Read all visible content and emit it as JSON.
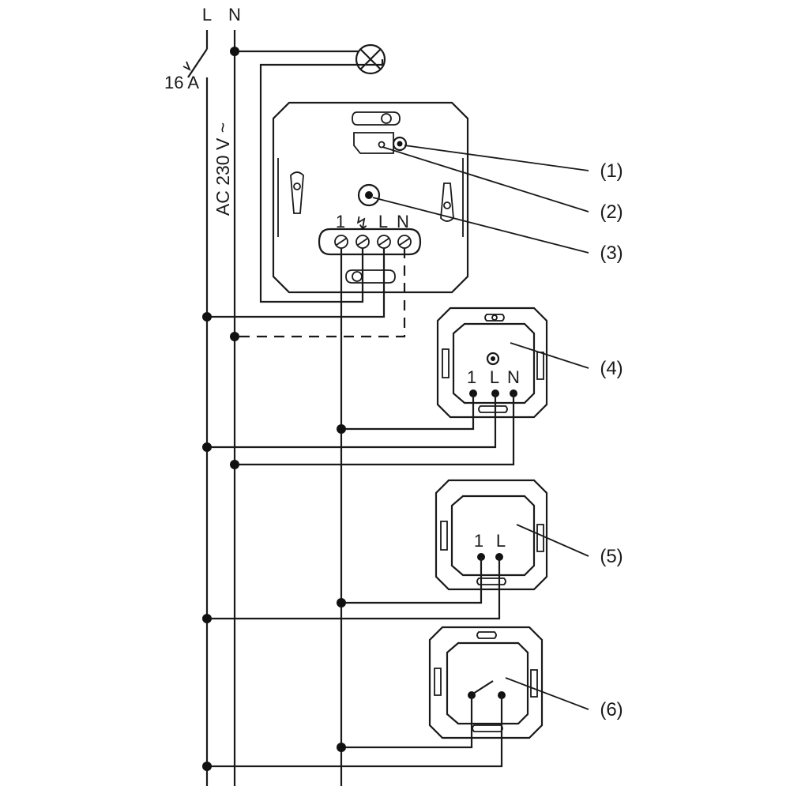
{
  "lines": {
    "phase": "L",
    "neutral": "N"
  },
  "breaker": {
    "rating": "16 A"
  },
  "supply": {
    "voltage": "AC 230 V ~"
  },
  "main_device": {
    "terminal_1": "1",
    "terminal_dim": "↯",
    "terminal_l": "L",
    "terminal_n": "N"
  },
  "device_4": {
    "terminal_1": "1",
    "terminal_l": "L",
    "terminal_n": "N"
  },
  "device_5": {
    "terminal_1": "1",
    "terminal_l": "L"
  },
  "callouts": {
    "c1": "(1)",
    "c2": "(2)",
    "c3": "(3)",
    "c4": "(4)",
    "c5": "(5)",
    "c6": "(6)"
  }
}
